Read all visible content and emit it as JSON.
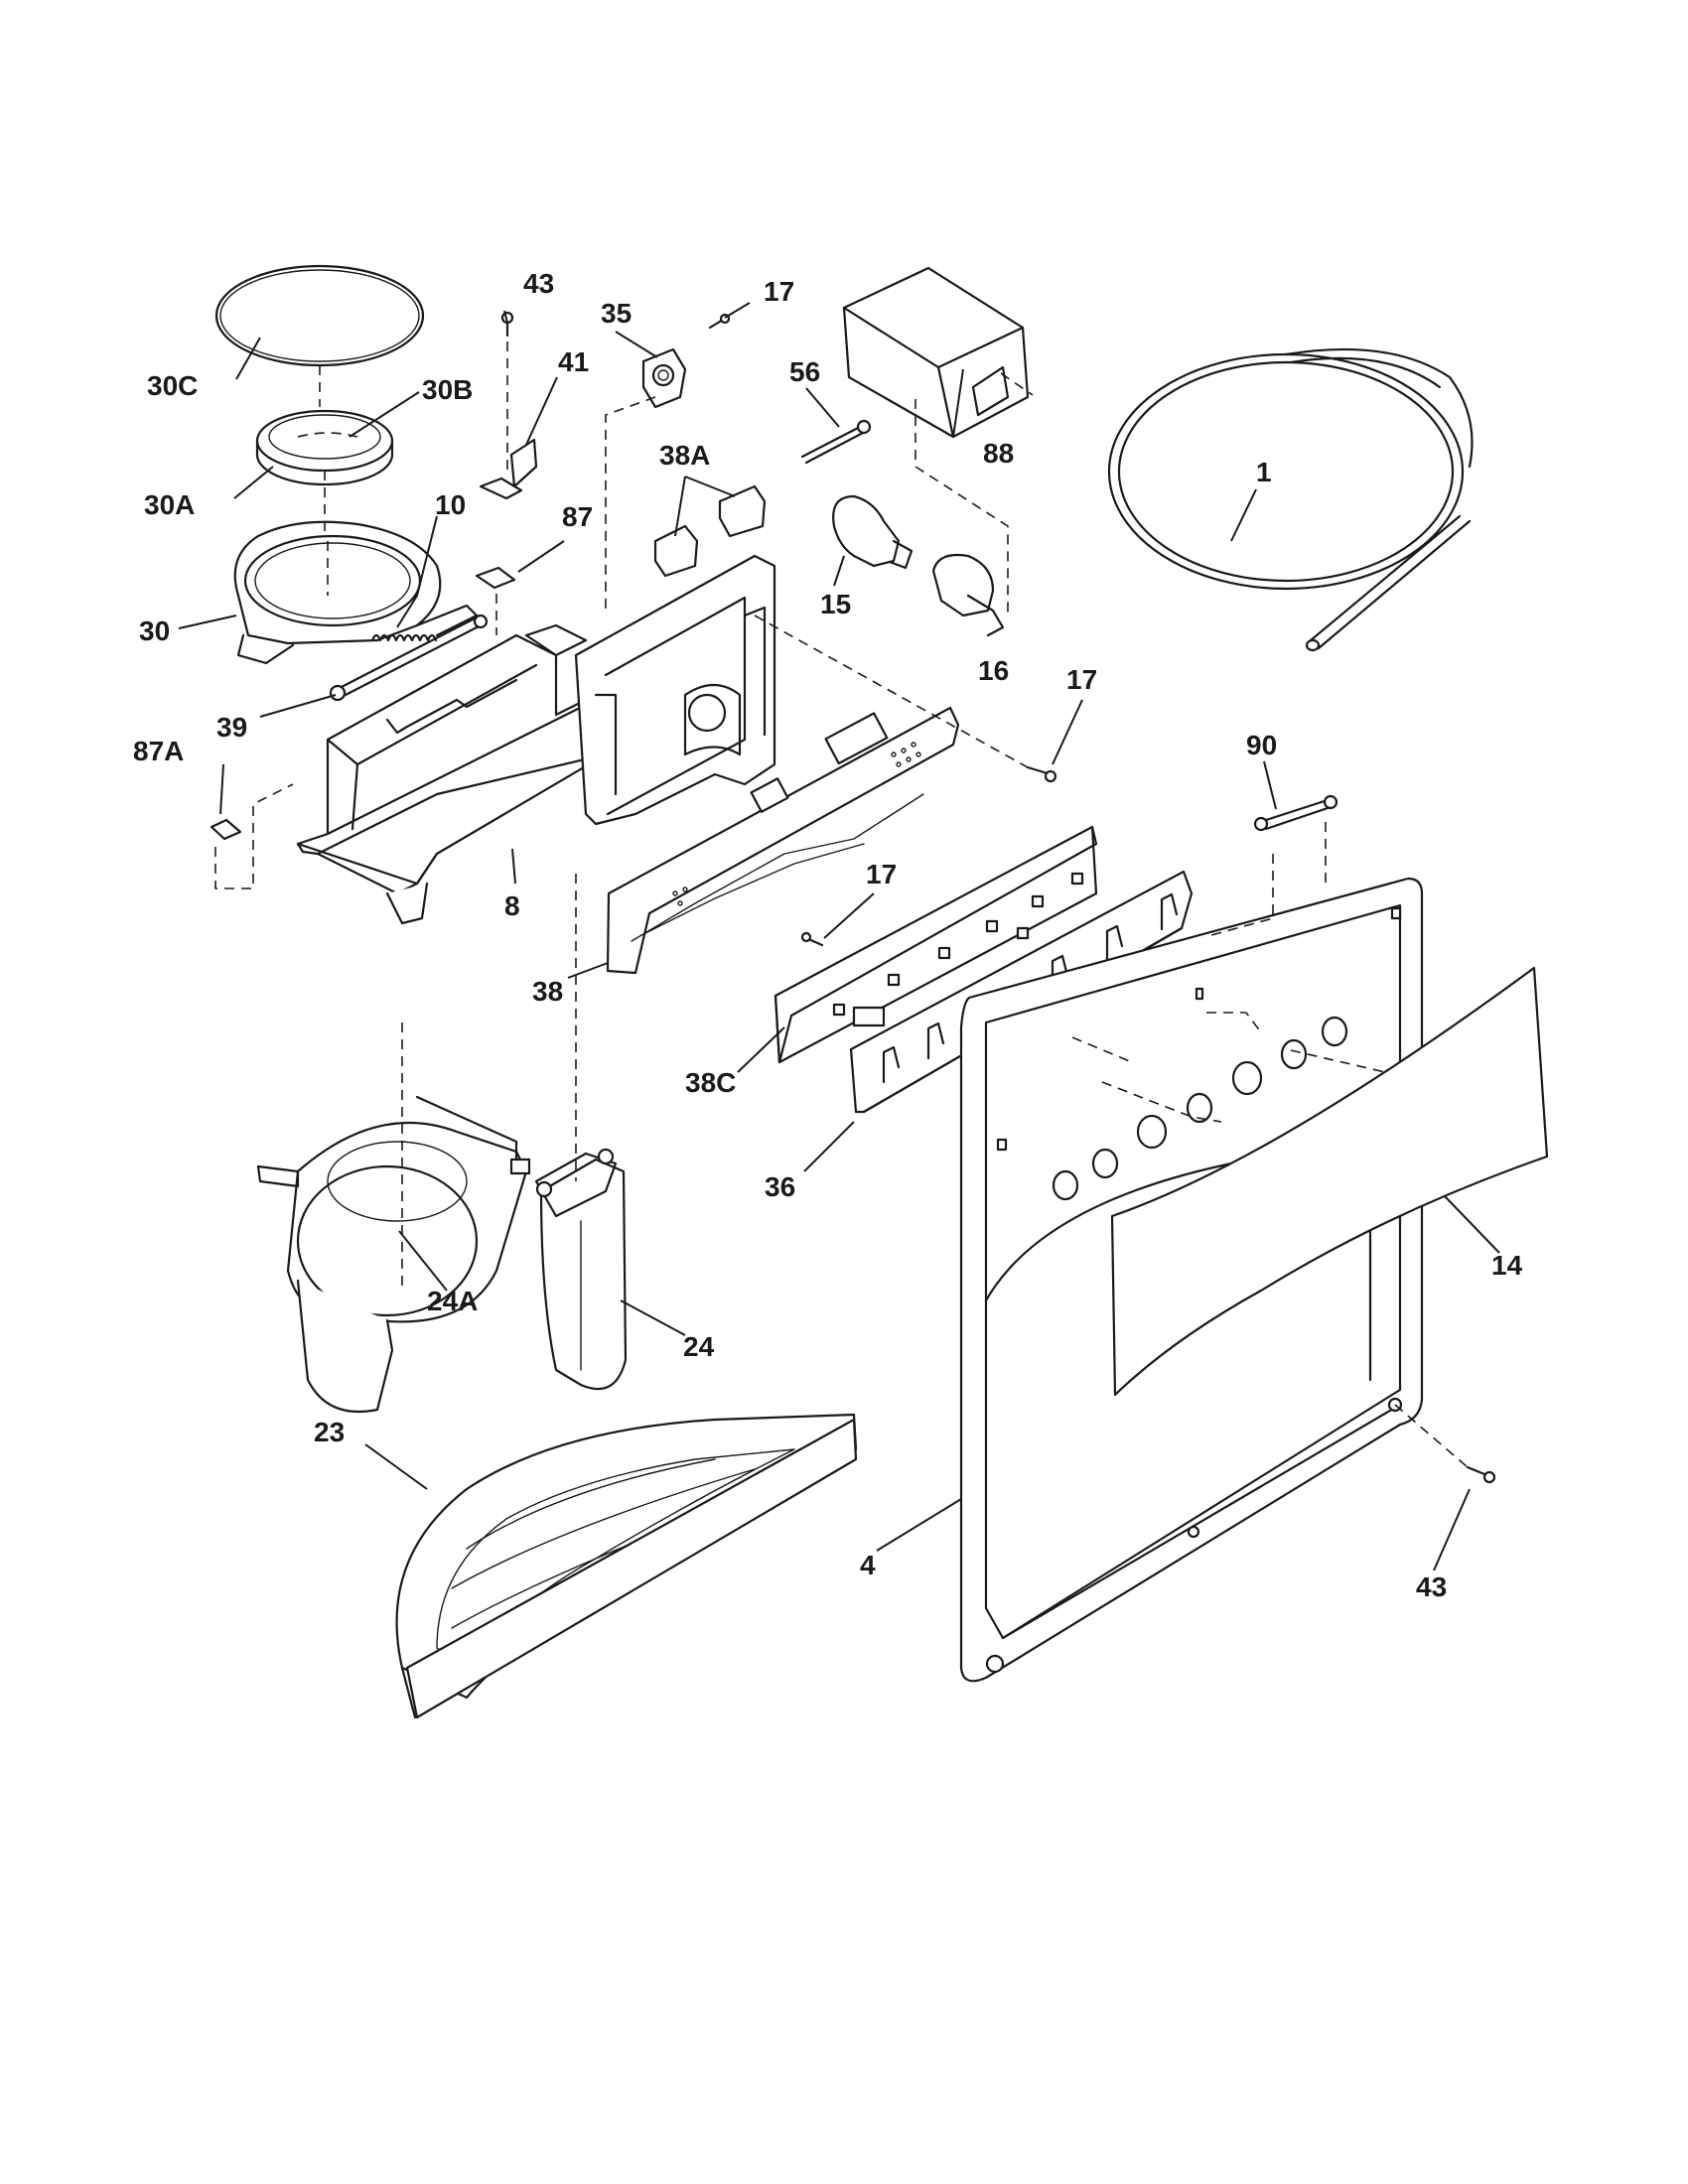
{
  "diagram": {
    "labels": {
      "l1": "1",
      "l4": "4",
      "l8": "8",
      "l10": "10",
      "l14": "14",
      "l15": "15",
      "l16": "16",
      "l17a": "17",
      "l17b": "17",
      "l17c": "17",
      "l23": "23",
      "l24": "24",
      "l24a": "24A",
      "l30": "30",
      "l30a": "30A",
      "l30b": "30B",
      "l30c": "30C",
      "l35": "35",
      "l36": "36",
      "l38": "38",
      "l38a": "38A",
      "l38c": "38C",
      "l39": "39",
      "l41": "41",
      "l43a": "43",
      "l43b": "43",
      "l56": "56",
      "l87": "87",
      "l87a": "87A",
      "l88": "88",
      "l90": "90"
    }
  }
}
